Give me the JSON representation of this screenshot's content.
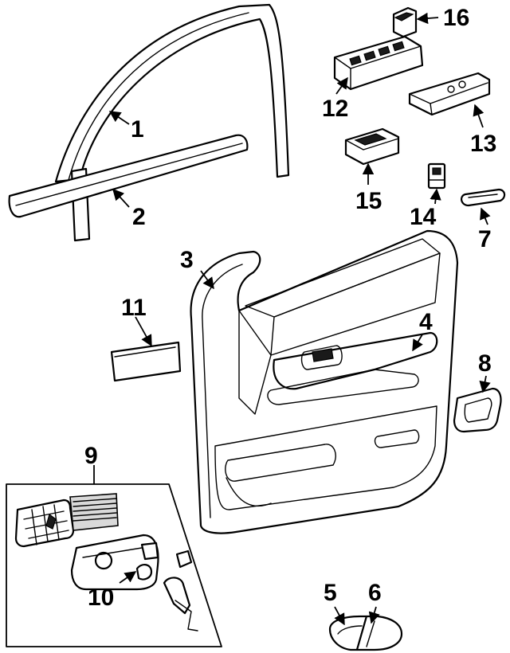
{
  "callouts": {
    "c1": "1",
    "c2": "2",
    "c3": "3",
    "c4": "4",
    "c5": "5",
    "c6": "6",
    "c7": "7",
    "c8": "8",
    "c9": "9",
    "c10": "10",
    "c11": "11",
    "c12": "12",
    "c13": "13",
    "c14": "14",
    "c15": "15",
    "c16": "16"
  },
  "parts": [
    {
      "callout": "1",
      "icon": "window-frame-moulding"
    },
    {
      "callout": "2",
      "icon": "belt-moulding"
    },
    {
      "callout": "3",
      "icon": "door-trim-panel"
    },
    {
      "callout": "4",
      "icon": "armrest-pull-handle"
    },
    {
      "callout": "5",
      "icon": "cover-left"
    },
    {
      "callout": "6",
      "icon": "cover-right"
    },
    {
      "callout": "7",
      "icon": "small-lens"
    },
    {
      "callout": "8",
      "icon": "handle-bezel"
    },
    {
      "callout": "9",
      "icon": "courtesy-lamp-assembly"
    },
    {
      "callout": "10",
      "icon": "lamp-bulb"
    },
    {
      "callout": "11",
      "icon": "insulator-pad"
    },
    {
      "callout": "12",
      "icon": "master-window-switch"
    },
    {
      "callout": "13",
      "icon": "switch-bezel"
    },
    {
      "callout": "14",
      "icon": "lock-switch"
    },
    {
      "callout": "15",
      "icon": "seat-switch"
    },
    {
      "callout": "16",
      "icon": "switch-knob"
    }
  ],
  "colors": {
    "ink": "#000000",
    "paper": "#ffffff"
  }
}
